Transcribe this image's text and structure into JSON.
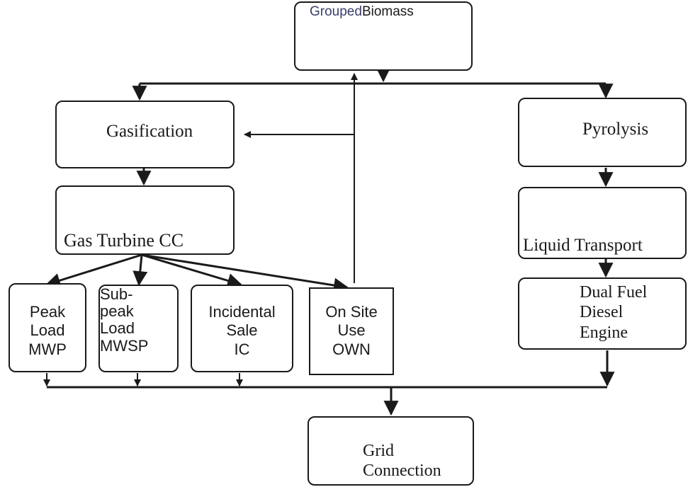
{
  "nodes": {
    "biomass": {
      "label_word1": "Grouped",
      "label_word2": "Biomass"
    },
    "gasification": {
      "label": "Gasification"
    },
    "pyrolysis": {
      "label": "Pyrolysis"
    },
    "gas_turbine": {
      "label": "Gas Turbine CC"
    },
    "liquid_transport": {
      "label": "Liquid Transport"
    },
    "dual_fuel": {
      "lines": [
        "Dual Fuel",
        "Diesel",
        "Engine"
      ]
    },
    "peak_load": {
      "lines": [
        "Peak",
        "Load",
        "MWP"
      ]
    },
    "sub_peak_load": {
      "lines": [
        "Sub-",
        "peak",
        "Load",
        "MWSP"
      ]
    },
    "incidental_sale": {
      "lines": [
        "Incidental",
        "Sale",
        "IC"
      ]
    },
    "on_site_use": {
      "lines": [
        "On Site",
        "Use",
        "OWN"
      ]
    },
    "grid": {
      "lines": [
        "Grid",
        "Connection"
      ]
    }
  },
  "colors": {
    "line": "#1a1a1a",
    "biomass_word1": "#3a3f6b",
    "factory_gray": "#8a8a8a",
    "factory_light": "#c8c8c8"
  },
  "icons": [
    "biomass-pile-icon",
    "factory-icon",
    "turbine-cycle-icon",
    "tanker-truck-icon",
    "engine-icon",
    "transmission-tower-icon"
  ]
}
